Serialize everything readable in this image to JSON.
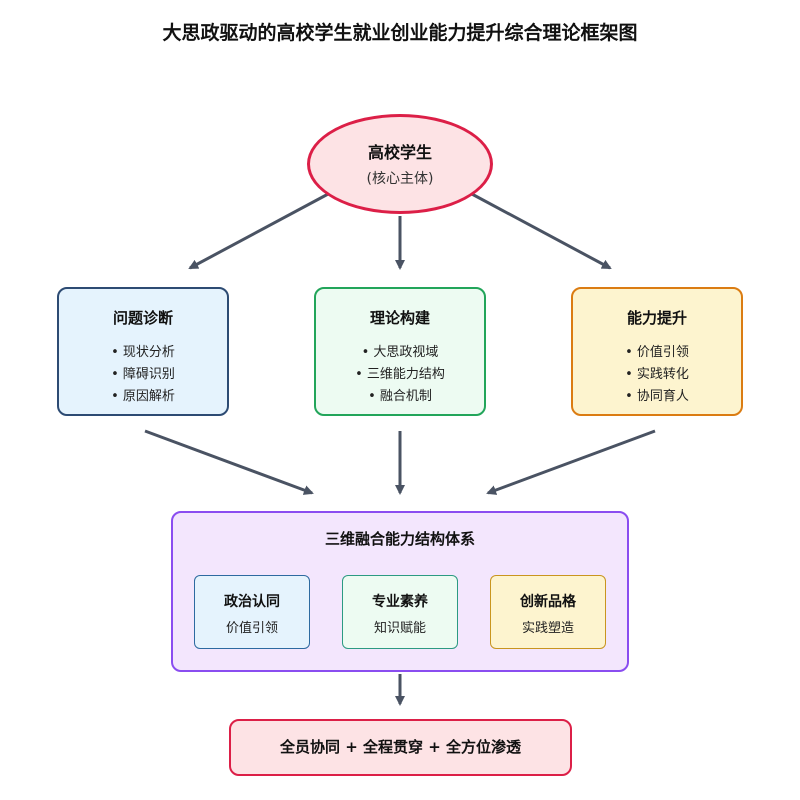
{
  "title": "大思政驱动的高校学生就业创业能力提升综合理论框架图",
  "core": {
    "name": "高校学生",
    "note": "(核心主体)"
  },
  "cards": [
    {
      "title": "问题诊断",
      "items": [
        "• 现状分析",
        "• 障碍识别",
        "• 原因解析"
      ]
    },
    {
      "title": "理论构建",
      "items": [
        "• 大思政视域",
        "• 三维能力结构",
        "• 融合机制"
      ]
    },
    {
      "title": "能力提升",
      "items": [
        "• 价值引领",
        "• 实践转化",
        "• 协同育人"
      ]
    }
  ],
  "system": {
    "title": "三维融合能力结构体系",
    "dimensions": [
      {
        "name": "政治认同",
        "desc": "价值引领"
      },
      {
        "name": "专业素养",
        "desc": "知识赋能"
      },
      {
        "name": "创新品格",
        "desc": "实践塑造"
      }
    ]
  },
  "bottom": {
    "label": "全员协同 + 全程贯穿 + 全方位渗透"
  },
  "colors": {
    "arrow": "#4a5363",
    "core_border": "#dc1f47",
    "blue_border": "#2d4b73",
    "green_border": "#22a55a",
    "yellow_border": "#db7c12",
    "purple_border": "#8a4df0"
  }
}
